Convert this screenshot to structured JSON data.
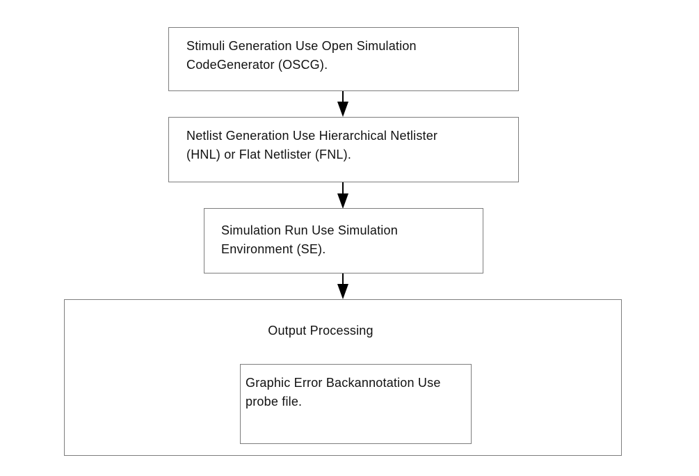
{
  "diagram": {
    "type": "flowchart",
    "direction": "top-down",
    "nodes": [
      {
        "id": "stimuli-generation",
        "text": "Stimuli Generation Use Open Simulation\nCodeGenerator (OSCG)."
      },
      {
        "id": "netlist-generation",
        "text": "Netlist Generation Use Hierarchical Netlister\n(HNL) or Flat Netlister (FNL)."
      },
      {
        "id": "simulation-run",
        "text": "Simulation Run Use Simulation\nEnvironment (SE)."
      },
      {
        "id": "output-processing",
        "label": "Output Processing"
      },
      {
        "id": "graphic-error-backannotation",
        "text": "Graphic Error Backannotation Use\nprobe file."
      }
    ],
    "edges": [
      {
        "from": "stimuli-generation",
        "to": "netlist-generation",
        "style": "solid-arrow"
      },
      {
        "from": "netlist-generation",
        "to": "simulation-run",
        "style": "solid-arrow"
      },
      {
        "from": "simulation-run",
        "to": "output-processing",
        "style": "solid-arrow"
      }
    ],
    "containment": [
      {
        "parent": "output-processing",
        "child": "graphic-error-backannotation"
      }
    ],
    "colors": {
      "background": "#ffffff",
      "node_border": "#7d7d7d",
      "node_fill": "#ffffff",
      "text": "#111111",
      "arrow": "#000000"
    }
  }
}
